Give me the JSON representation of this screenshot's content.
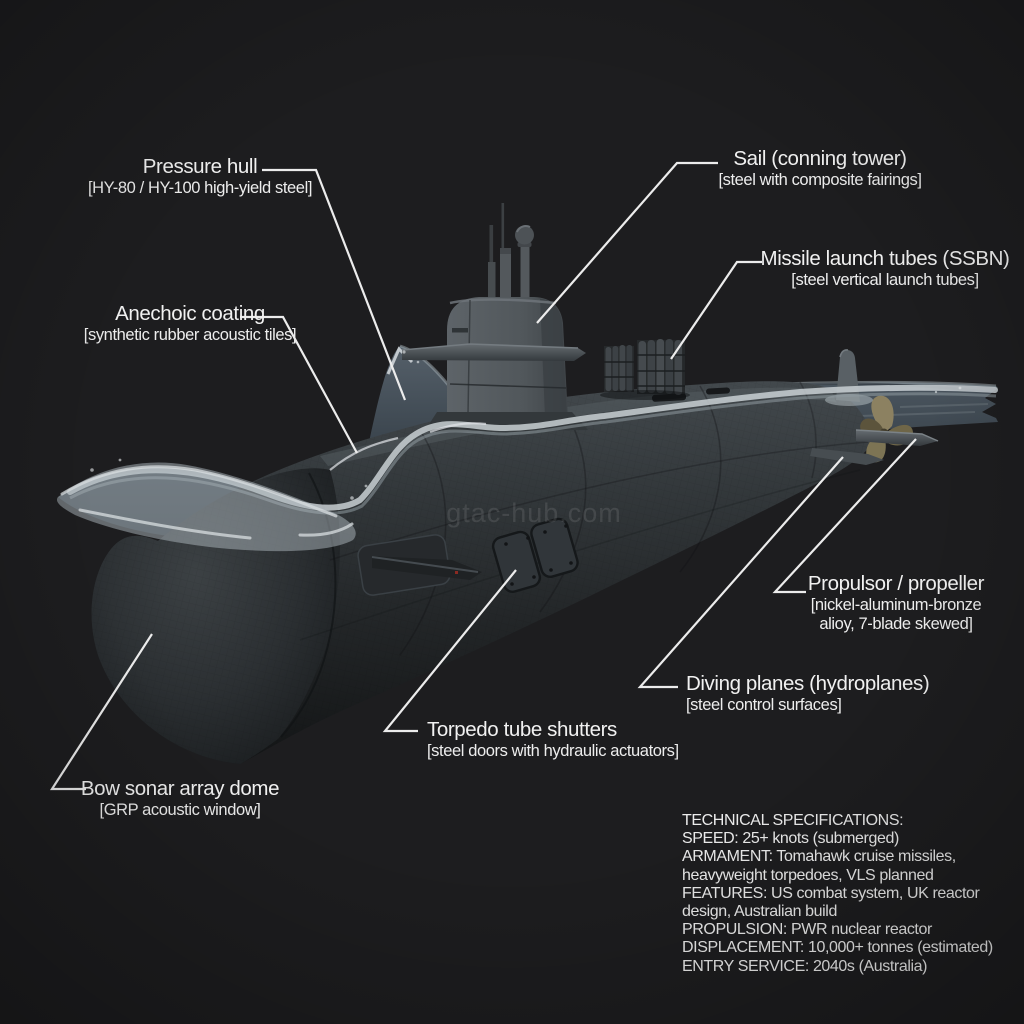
{
  "watermark": "gtac-hub.com",
  "colors": {
    "background": "#1d1d1f",
    "hull": "#2b3033",
    "sail": "#565c60",
    "sea": "#3e474f",
    "foam": "#c9d0d4",
    "propeller": "#847a58",
    "leader_line": "#ececec",
    "label_text": "#f1f1f1"
  },
  "labels": {
    "pressure_hull": {
      "title": "Pressure hull",
      "subtitle": "[HY-80 / HY-100 high-yield steel]"
    },
    "sail": {
      "title": "Sail (conning tower)",
      "subtitle": "[steel with composite fairings]"
    },
    "missile_tubes": {
      "title": "Missile launch tubes (SSBN)",
      "subtitle": "[steel vertical launch tubes]"
    },
    "anechoic": {
      "title": "Anechoic coating",
      "subtitle": "[synthetic rubber acoustic tiles]"
    },
    "propulsor": {
      "title": "Propulsor / propeller",
      "subtitle_line1": "[nickel-aluminum-bronze",
      "subtitle_line2": "alioy, 7-blade skewed]"
    },
    "diving_planes": {
      "title": "Diving planes (hydroplanes)",
      "subtitle": "[steel control surfaces]"
    },
    "torpedo": {
      "title": "Torpedo tube shutters",
      "subtitle": "[steel doors with hydraulic actuators]"
    },
    "bow_sonar": {
      "title": "Bow sonar array dome",
      "subtitle": "[GRP acoustic window]"
    }
  },
  "specs": {
    "lines": [
      "TECHNICAL SPECIFICATIONS:",
      "SPEED: 25+ knots (submerged)",
      "ARMAMENT: Tomahawk cruise missiles,",
      "heavyweight torpedoes, VLS planned",
      "FEATURES: US combat system, UK reactor",
      "design, Australian build",
      "PROPULSION: PWR nuclear reactor",
      "DISPLACEMENT: 10,000+ tonnes (estimated)",
      "ENTRY SERVICE: 2040s (Australia)"
    ]
  }
}
